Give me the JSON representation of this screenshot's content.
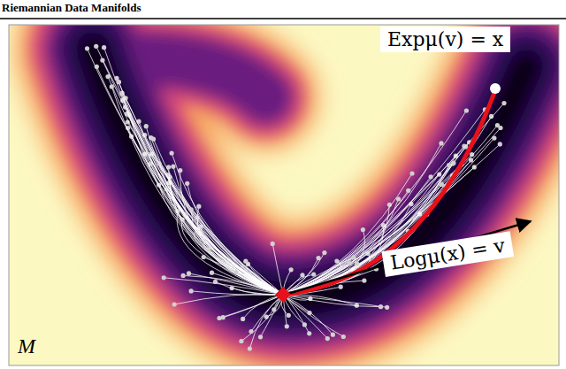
{
  "diagram": {
    "labels": [
      "Riemannian Data Manifolds",
      "Expμ(v) = x",
      "Logμ(x) = v",
      "M"
    ]
  }
}
